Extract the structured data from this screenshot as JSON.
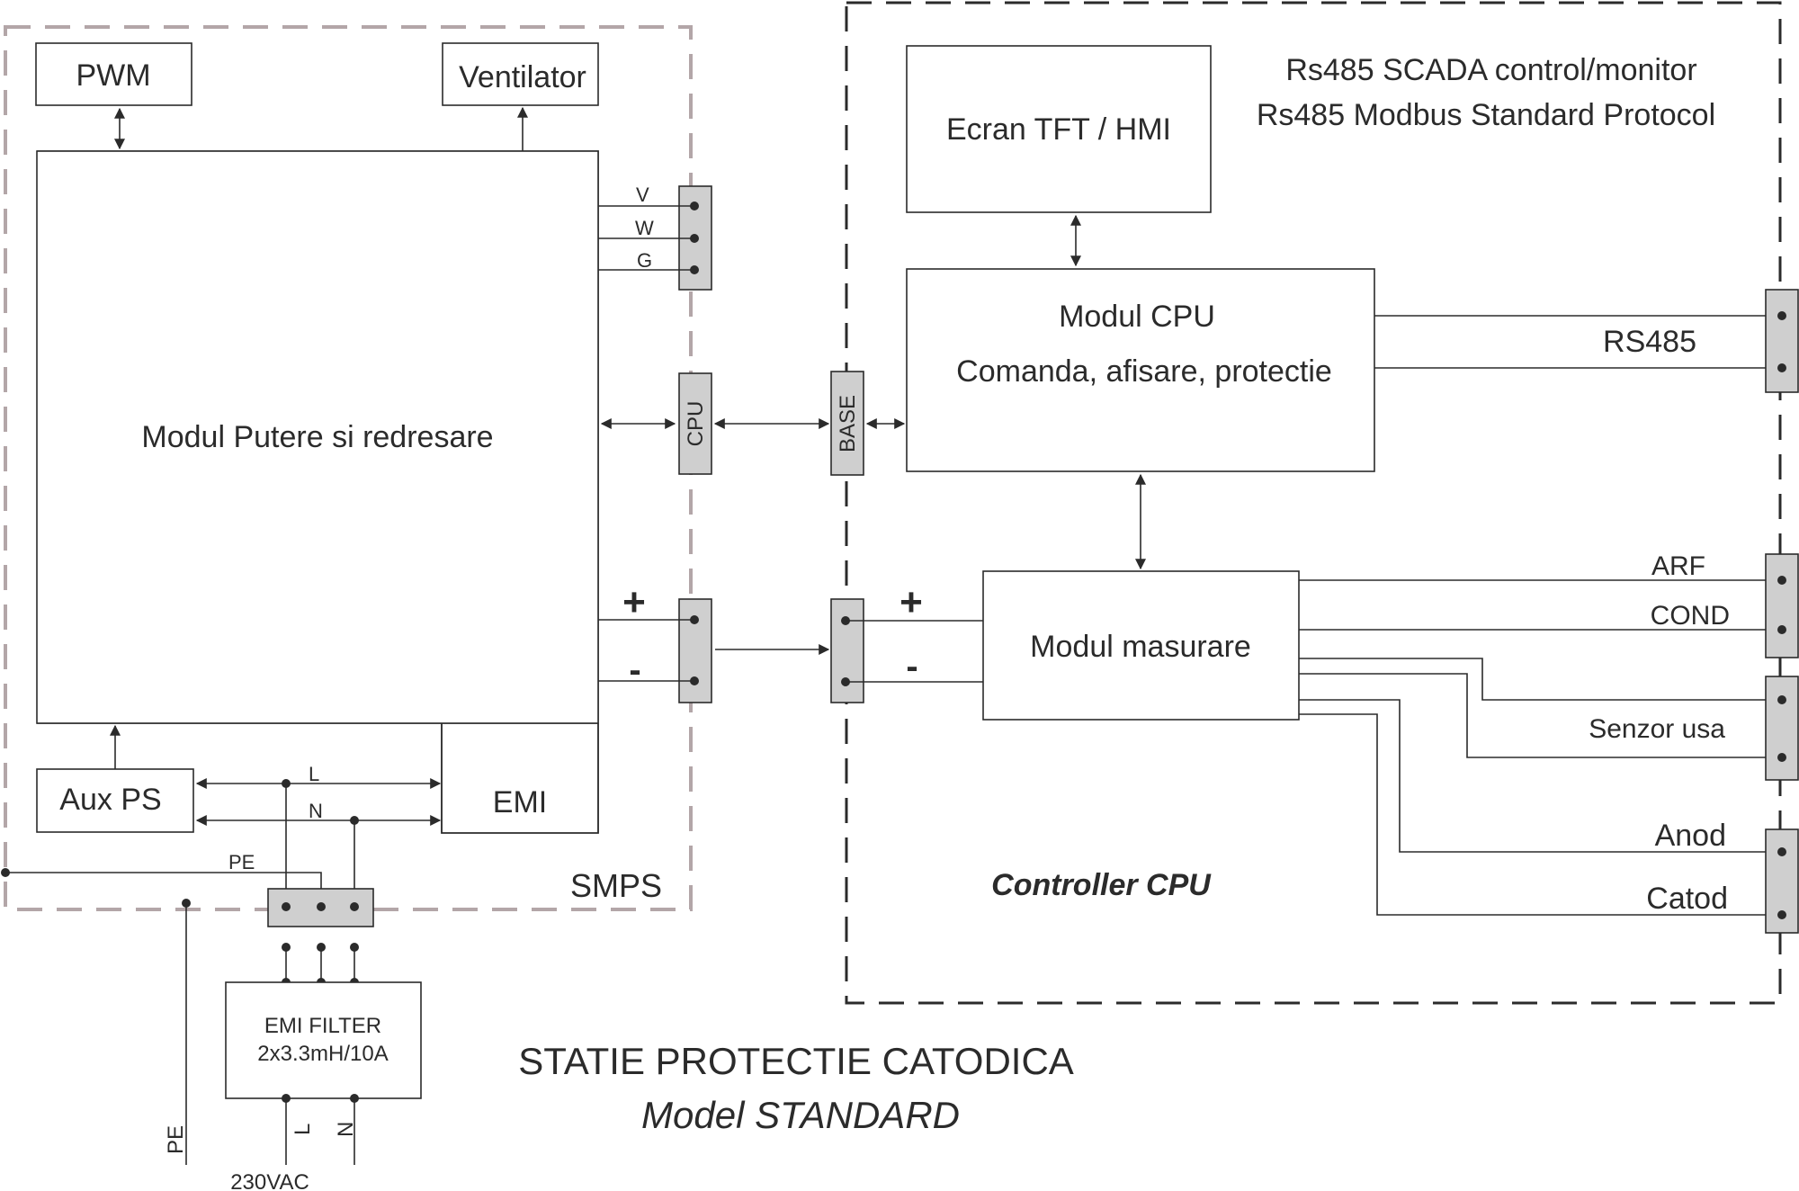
{
  "blocks": {
    "pwm": "PWM",
    "ventilator": "Ventilator",
    "modul_putere": "Modul Putere si redresare",
    "aux_ps": "Aux PS",
    "emi": "EMI",
    "emi_filter_line1": "EMI FILTER",
    "emi_filter_line2": "2x3.3mH/10A",
    "ecran": "Ecran TFT / HMI",
    "modul_cpu_line1": "Modul CPU",
    "modul_cpu_line2": "Comanda, afisare, protectie",
    "modul_masurare": "Modul masurare"
  },
  "regions": {
    "smps": "SMPS",
    "controller": "Controller CPU"
  },
  "connectors": {
    "cpu": "CPU",
    "base": "BASE"
  },
  "signals": {
    "v": "V",
    "w": "W",
    "g": "G",
    "plus": "+",
    "minus": "-",
    "l": "L",
    "n": "N",
    "pe": "PE",
    "rs485": "RS485",
    "arf": "ARF",
    "cond": "COND",
    "senzor_usa": "Senzor usa",
    "anod": "Anod",
    "catod": "Catod",
    "supply": "230VAC"
  },
  "notes": {
    "scada_line1": "Rs485 SCADA control/monitor",
    "scada_line2": "Rs485 Modbus Standard Protocol"
  },
  "title": {
    "line1": "STATIE PROTECTIE CATODICA",
    "line2": "Model STANDARD"
  },
  "colors": {
    "line": "#2b2b2b",
    "smps_border": "#b3a6a8",
    "terminal_fill": "#cfcfcf"
  }
}
